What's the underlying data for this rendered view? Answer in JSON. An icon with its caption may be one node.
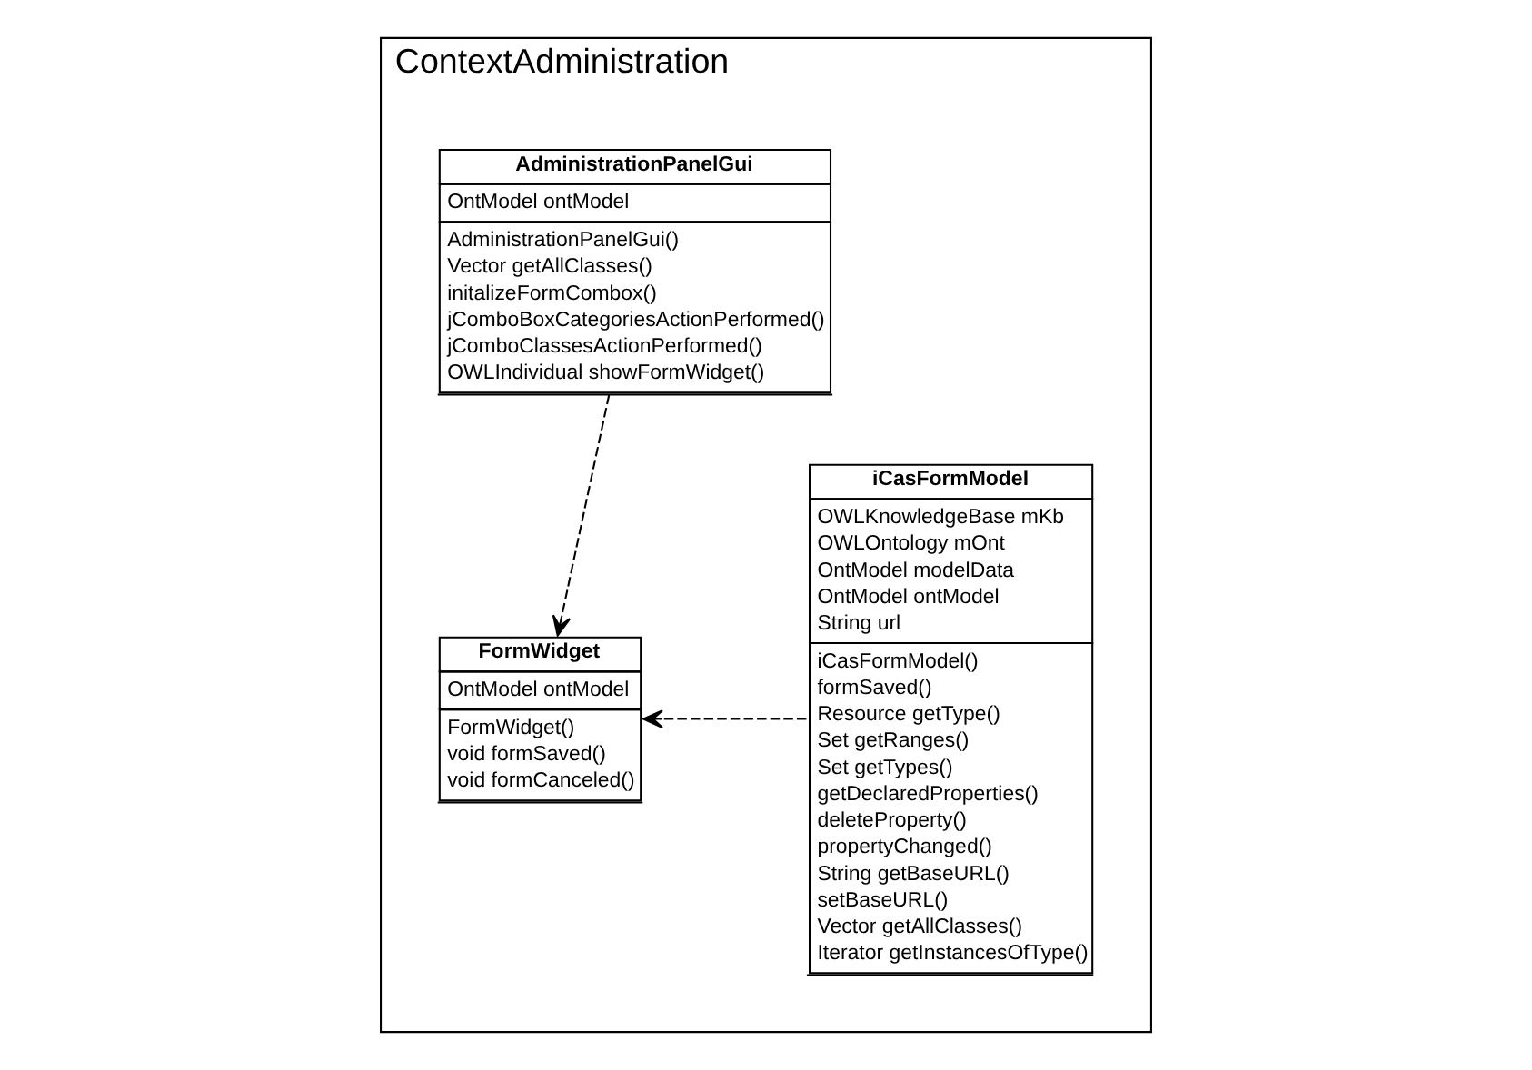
{
  "diagram": {
    "nodes": [
      {
        "text": [
          "ContextAdministration"
        ]
      },
      {
        "text": [
          "FormWidget",
          "OntModel ontModel",
          "FormWidget()",
          "void formSaved()",
          "void formCanceled()"
        ],
        "in": 0
      },
      {
        "text": [
          "iCasFormModel",
          "OWLKnowledgeBase mKb",
          "OWLOntology mOnt",
          "OntModel modelData",
          "OntModel ontModel",
          "String url",
          "iCasFormModel()",
          "formSaved()",
          "Resource getType()",
          "Set getRanges()",
          "Set getTypes()",
          "getDeclaredProperties()",
          "deleteProperty()",
          "propertyChanged()",
          "String getBaseURL()",
          "setBaseURL()",
          "Vector getAllClasses()",
          "Iterator getInstancesOfType()"
        ],
        "in": 0
      },
      {
        "text": [
          "AdministrationPanelGui",
          "OntModel ontModel",
          "AdministrationPanelGui()",
          "Vector getAllClasses()",
          "initalizeFormCombox()",
          "jComboBoxCategoriesActionPerformed()",
          "jComboClassesActionPerformed()",
          "OWLIndividual showFormWidget()"
        ],
        "in": 0
      }
    ],
    "edges": [
      {
        "from": 2,
        "to": 1,
        "arrow": "to",
        "style": "dashed"
      },
      {
        "from": 3,
        "to": 1,
        "arrow": "to",
        "style": "dashed"
      }
    ]
  }
}
